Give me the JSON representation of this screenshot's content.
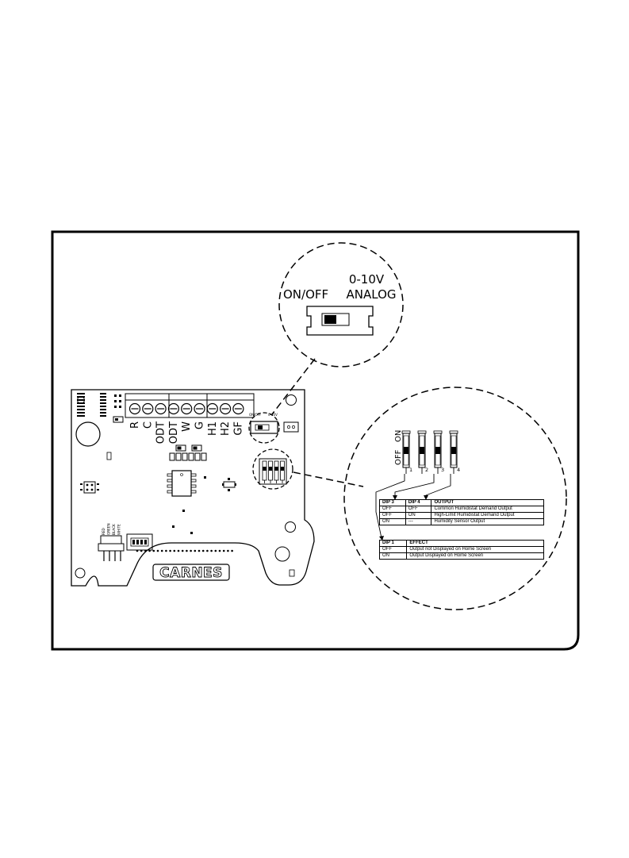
{
  "switch_callout": {
    "left_label": "ON/OFF",
    "right_label_line1": "0-10V",
    "right_label_line2": "ANALOG"
  },
  "board": {
    "terminals": [
      "R",
      "C",
      "ODT",
      "ODT",
      "W",
      "G",
      "H1",
      "H2",
      "GF"
    ],
    "small_switch_left": "ON/OFF",
    "small_switch_right": "0-10V",
    "wire_colors": [
      "RED",
      "GREEN",
      "BLACK",
      "WHITE"
    ],
    "brand": "CARNES"
  },
  "dip_callout": {
    "on_label": "ON",
    "off_label": "OFF",
    "switch_numbers": [
      "1",
      "2",
      "3",
      "4"
    ]
  },
  "table_output": {
    "headers": [
      "DIP 3",
      "DIP 4",
      "OUTPUT"
    ],
    "rows": [
      [
        "OFF",
        "OFF",
        "Common Humidistat Demand Output"
      ],
      [
        "OFF",
        "ON",
        "High-Limit Humidistat Demand Output"
      ],
      [
        "ON",
        "---",
        "Humidity Sensor Output"
      ]
    ]
  },
  "table_effect": {
    "headers": [
      "DIP 1",
      "EFFECT"
    ],
    "rows": [
      [
        "OFF",
        "Output not Displayed on Home Screen"
      ],
      [
        "ON",
        "Output Displayed on Home Screen"
      ]
    ]
  }
}
